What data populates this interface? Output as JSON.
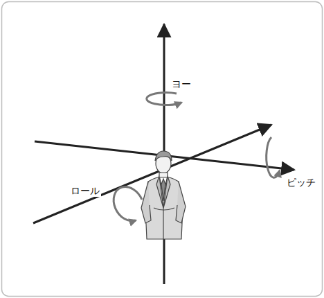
{
  "diagram": {
    "labels": [
      "ヨー",
      "ロール",
      "ピッチ"
    ]
  }
}
